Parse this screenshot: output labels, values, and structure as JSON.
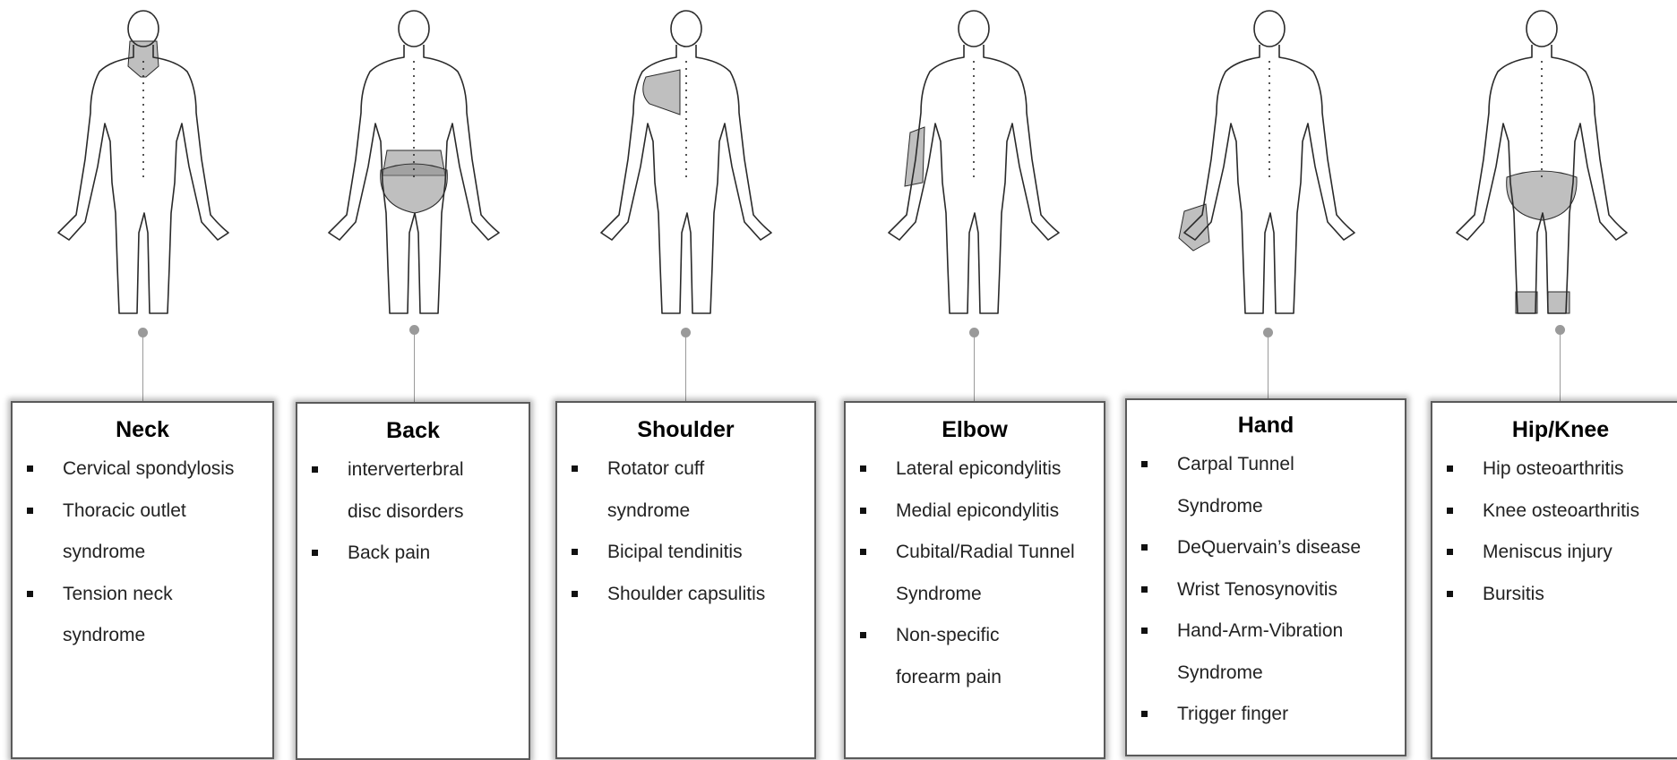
{
  "categories": [
    {
      "id": "neck",
      "title": "Neck",
      "items": [
        "Cervical spondylosis",
        "Thoracic outlet syndrome",
        "Tension neck syndrome"
      ]
    },
    {
      "id": "back",
      "title": "Back",
      "items": [
        "interverterbral disc disorders",
        "Back pain"
      ]
    },
    {
      "id": "shoulder",
      "title": "Shoulder",
      "items": [
        "Rotator cuff syndrome",
        "Bicipal tendinitis",
        "Shoulder capsulitis"
      ]
    },
    {
      "id": "elbow",
      "title": "Elbow",
      "items": [
        "Lateral epicondylitis",
        "Medial epicondylitis",
        "Cubital/Radial Tunnel Syndrome",
        "Non-specific forearm pain"
      ]
    },
    {
      "id": "hand",
      "title": "Hand",
      "items": [
        "Carpal Tunnel Syndrome",
        "DeQuervain’s disease",
        "Wrist Tenosynovitis",
        "Hand-Arm-Vibration Syndrome",
        "Trigger finger"
      ]
    },
    {
      "id": "hipknee",
      "title": "Hip/Knee",
      "items": [
        "Hip osteoarthritis",
        "Knee osteoarthritis",
        "Meniscus injury",
        "Bursitis"
      ]
    }
  ],
  "colors": {
    "shade": "#8a8a8a",
    "outline": "#2a2a2a",
    "connector": "#9a9a9a",
    "box_border": "#5a5a5a"
  },
  "figures": [
    {
      "for": "neck",
      "view": "back",
      "shaded_regions": [
        "neck"
      ]
    },
    {
      "for": "back",
      "view": "back",
      "shaded_regions": [
        "lower-back",
        "buttocks"
      ]
    },
    {
      "for": "shoulder",
      "view": "back",
      "shaded_regions": [
        "right-shoulder"
      ]
    },
    {
      "for": "elbow",
      "view": "back",
      "shaded_regions": [
        "right-elbow"
      ]
    },
    {
      "for": "hand",
      "view": "front",
      "shaded_regions": [
        "right-hand"
      ]
    },
    {
      "for": "hipknee",
      "view": "back",
      "shaded_regions": [
        "hips",
        "knees"
      ]
    }
  ]
}
